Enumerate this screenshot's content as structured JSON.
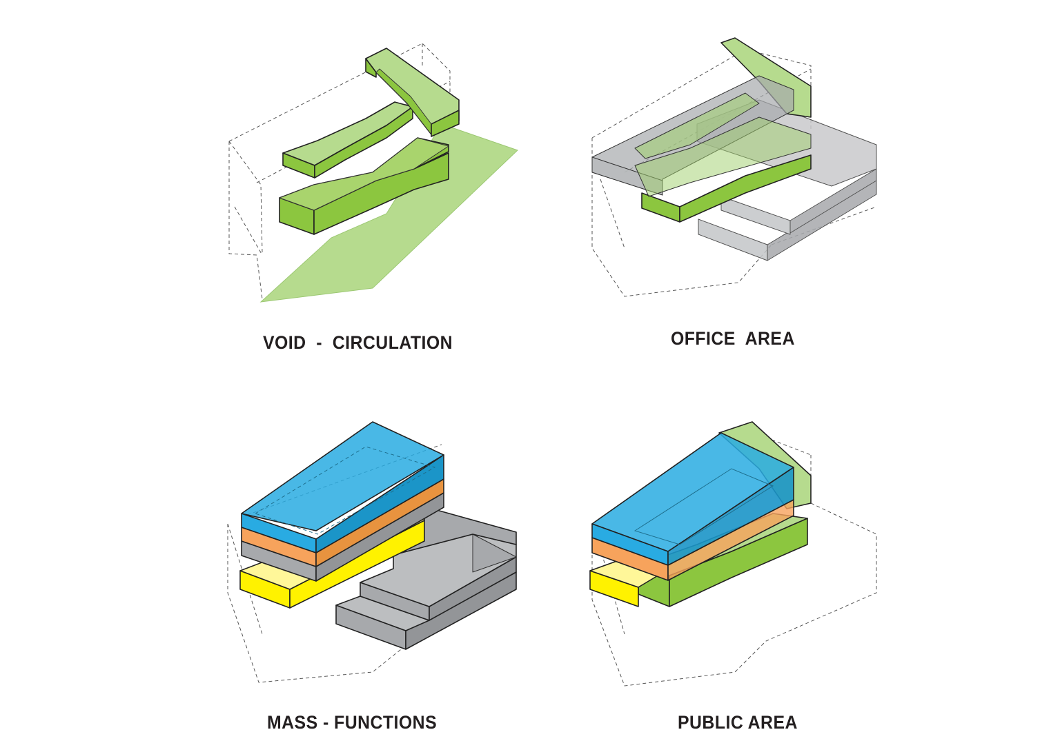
{
  "diagram": {
    "panels": [
      {
        "id": "void-circulation",
        "caption": "VOID  -  CIRCULATION"
      },
      {
        "id": "office-area",
        "caption": "OFFICE  AREA"
      },
      {
        "id": "mass-functions",
        "caption": "MASS - FUNCTIONS"
      },
      {
        "id": "public-area",
        "caption": "PUBLIC AREA"
      }
    ],
    "colors": {
      "circulation_green_top": "#b6db8e",
      "circulation_green_side": "#8cc63f",
      "office_gray": "#a7a9ac",
      "roof_blue": "#29abe2",
      "level_orange": "#f7a35c",
      "public_yellow": "#fff200",
      "outline": "#231f20"
    }
  }
}
